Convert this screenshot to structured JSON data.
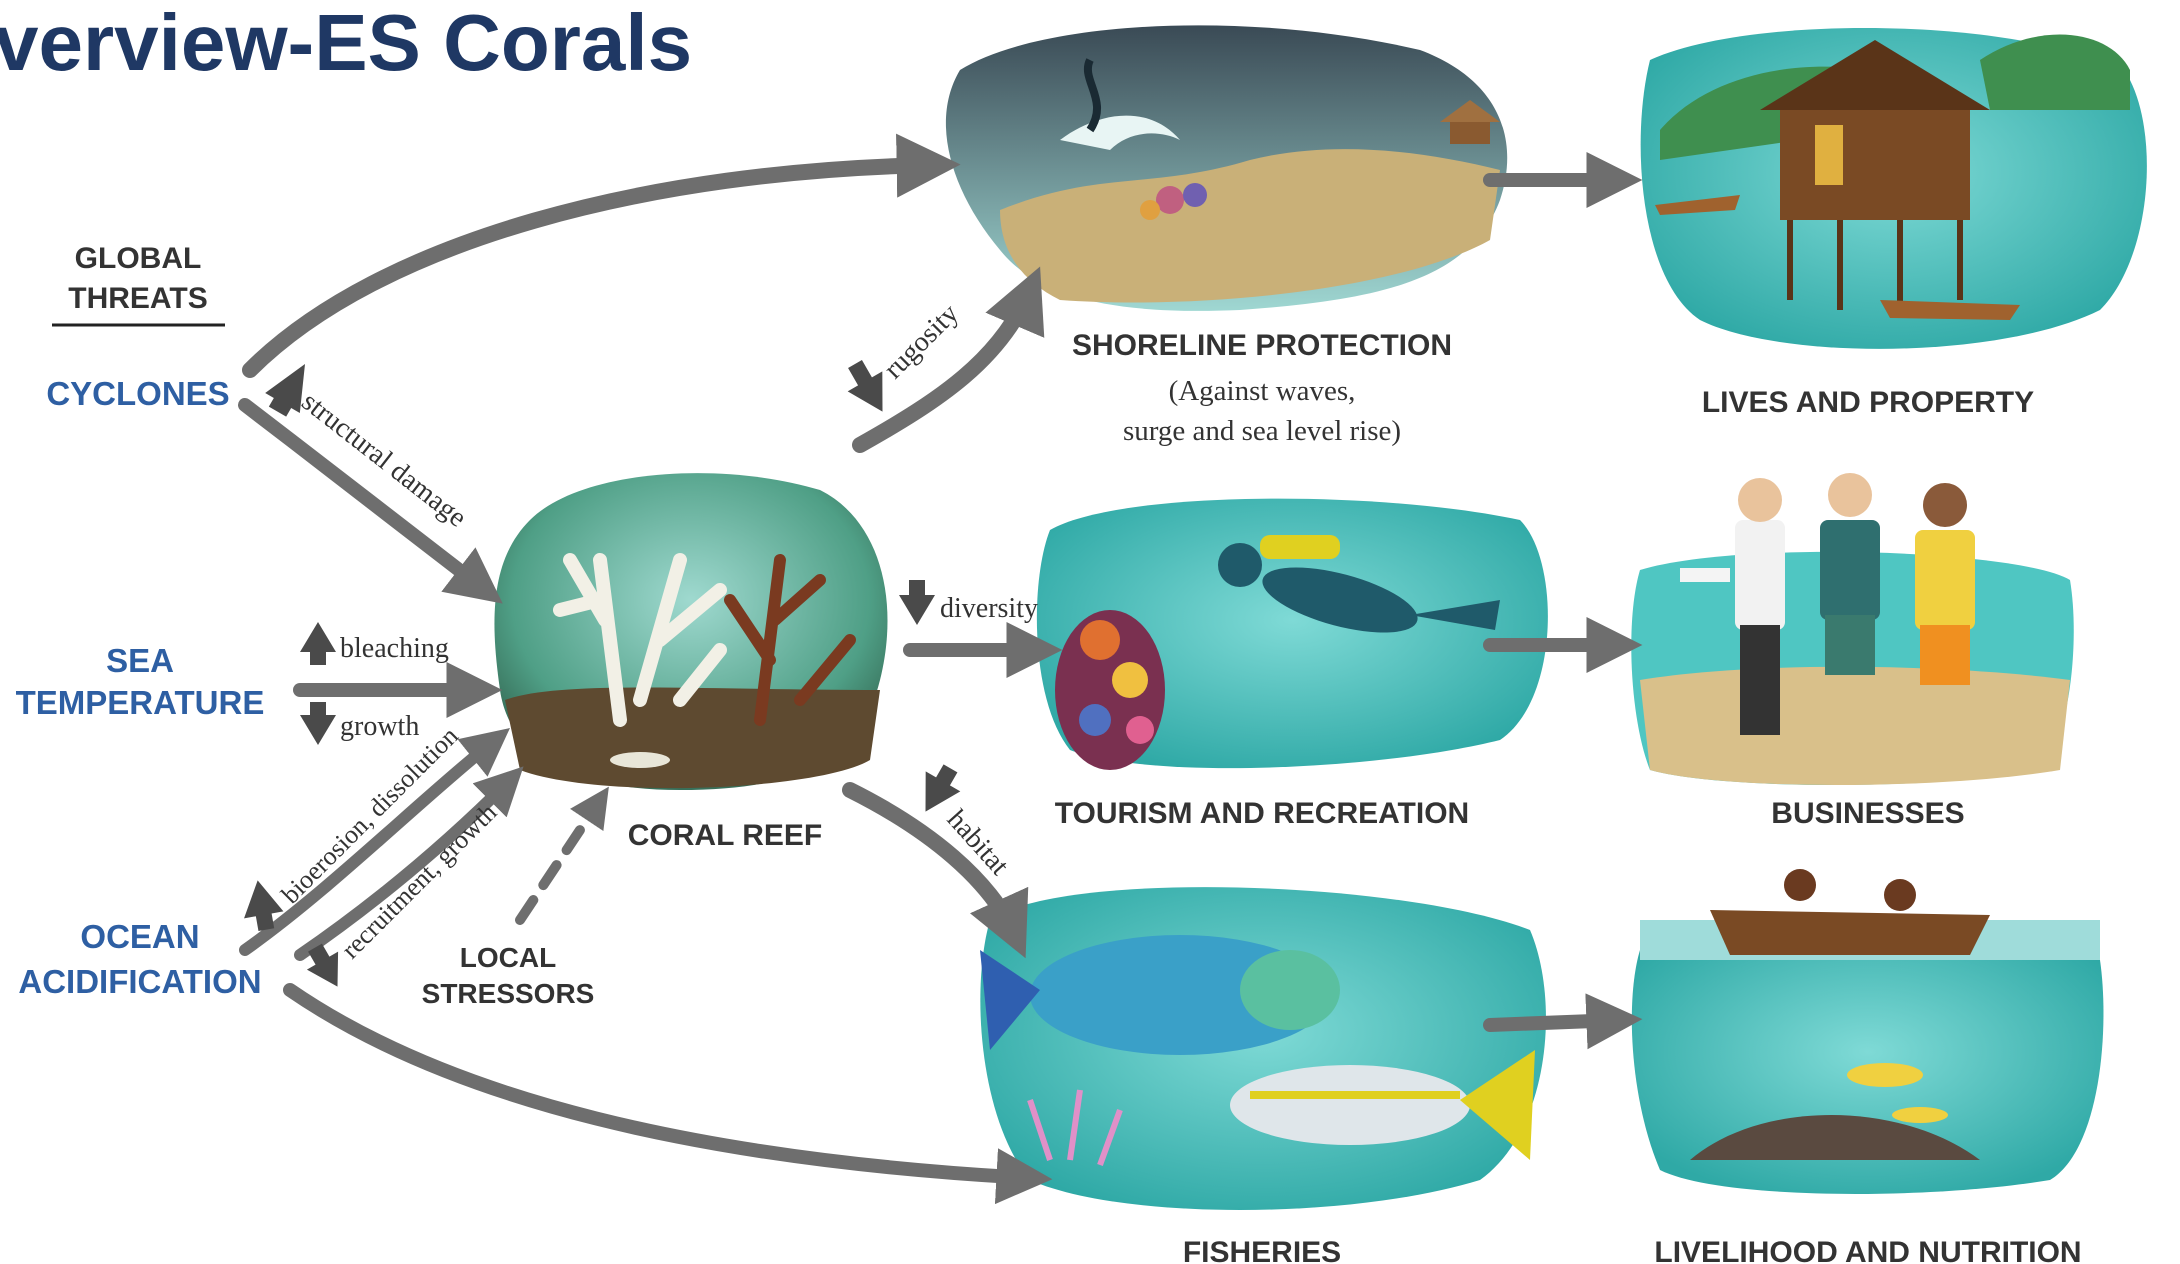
{
  "title": "verview-ES Corals",
  "colors": {
    "title": "#1f3864",
    "threat": "#2e5fa3",
    "label": "#333333",
    "arrow": "#6e6e6e",
    "arrow_dark": "#4a4a4a",
    "water": "#4fc6c2",
    "water_deep": "#2a9d9a",
    "sand": "#c9b078",
    "green": "#3f8f4f"
  },
  "threats": {
    "header_line1": "GLOBAL",
    "header_line2": "THREATS",
    "cyclones": "CYCLONES",
    "sea_temp_line1": "SEA",
    "sea_temp_line2": "TEMPERATURE",
    "ocean_acid_line1": "OCEAN",
    "ocean_acid_line2": "ACIDIFICATION"
  },
  "impacts": {
    "structural_damage": "structural damage",
    "bleaching": "bleaching",
    "growth": "growth",
    "bioerosion": "bioerosion, dissolution",
    "recruitment": "recruitment, growth",
    "rugosity": "rugosity",
    "diversity": "diversity",
    "habitat": "habitat"
  },
  "local_stressors": {
    "line1": "LOCAL",
    "line2": "STRESSORS"
  },
  "center": {
    "label": "CORAL REEF"
  },
  "services": {
    "shoreline": "SHORELINE PROTECTION",
    "shoreline_sub1": "(Against waves,",
    "shoreline_sub2": "surge and sea level rise)",
    "tourism": "TOURISM AND RECREATION",
    "fisheries": "FISHERIES"
  },
  "benefits": {
    "lives": "LIVES AND PROPERTY",
    "businesses": "BUSINESSES",
    "livelihood": "LIVELIHOOD AND NUTRITION"
  }
}
